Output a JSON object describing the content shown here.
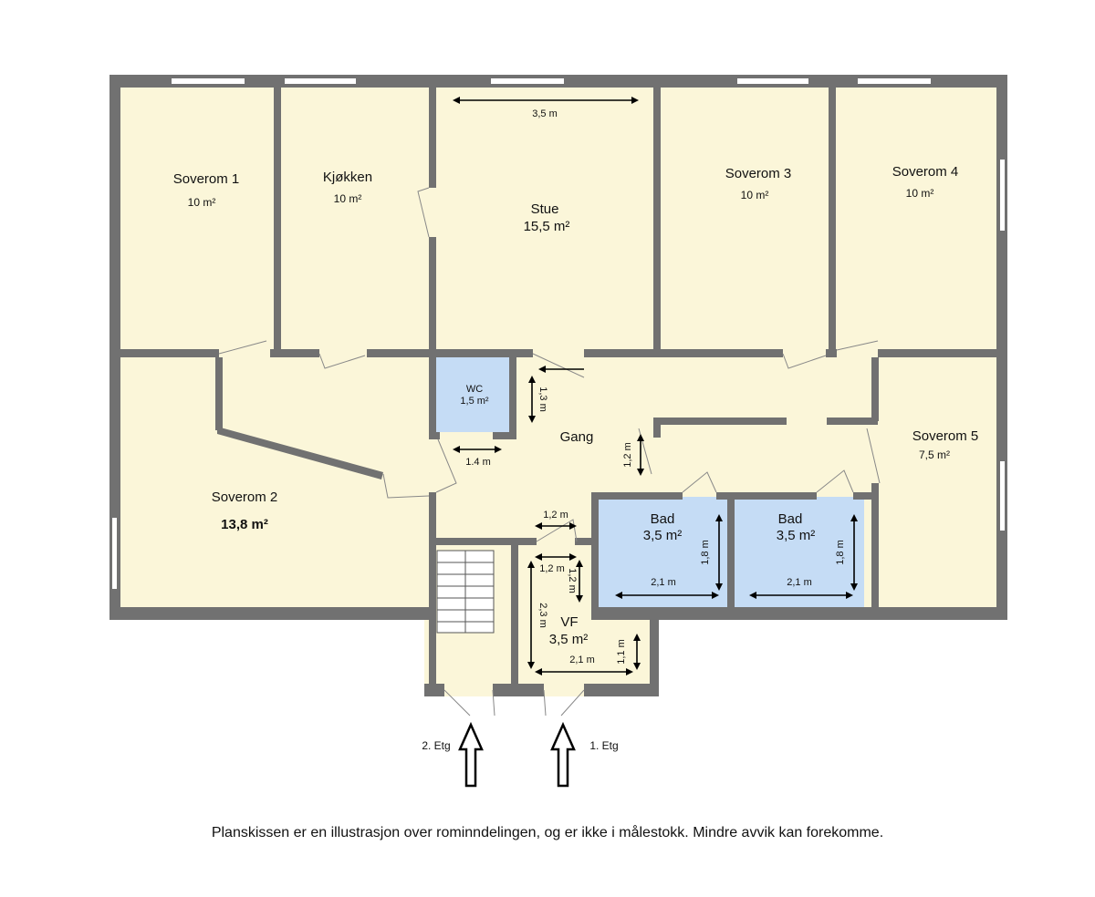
{
  "rooms": {
    "soverom1": {
      "name": "Soverom 1",
      "area": "10 m²"
    },
    "kjokken": {
      "name": "Kjøkken",
      "area": "10 m²"
    },
    "stue": {
      "name": "Stue",
      "area": "15,5 m²"
    },
    "soverom3": {
      "name": "Soverom 3",
      "area": "10 m²"
    },
    "soverom4": {
      "name": "Soverom 4",
      "area": "10 m²"
    },
    "soverom2": {
      "name": "Soverom 2",
      "area": "13,8 m²"
    },
    "wc": {
      "name": "WC",
      "area": "1,5 m²"
    },
    "gang": {
      "name": "Gang"
    },
    "soverom5": {
      "name": "Soverom 5",
      "area": "7,5 m²"
    },
    "bad1": {
      "name": "Bad",
      "area": "3,5 m²"
    },
    "bad2": {
      "name": "Bad",
      "area": "3,5 m²"
    },
    "vf": {
      "name": "VF",
      "area": "3,5 m²"
    }
  },
  "dimensions": {
    "stue_width": "3,5 m",
    "gang_1_3": "1,3 m",
    "wc_door": "1.4 m",
    "gang_1_2": "1,2 m",
    "vf_door": "1,2 m",
    "vf_inner_w": "1,2 m",
    "vf_inner_h": "1,2 m",
    "vf_height": "2,3 m",
    "vf_width": "2,1 m",
    "vf_1_1": "1,1 m",
    "bad1_w": "2,1 m",
    "bad1_h": "1,8 m",
    "bad2_w": "2,1 m",
    "bad2_h": "1,8 m"
  },
  "entrances": {
    "left": "2. Etg",
    "right": "1. Etg"
  },
  "disclaimer": "Planskissen er en illustrasjon over rominndelingen, og er ikke i målestokk. Mindre avvik kan forekomme.",
  "colors": {
    "room": "#fbf6d9",
    "wet_room": "#c5dcf5",
    "wall": "#717171"
  }
}
